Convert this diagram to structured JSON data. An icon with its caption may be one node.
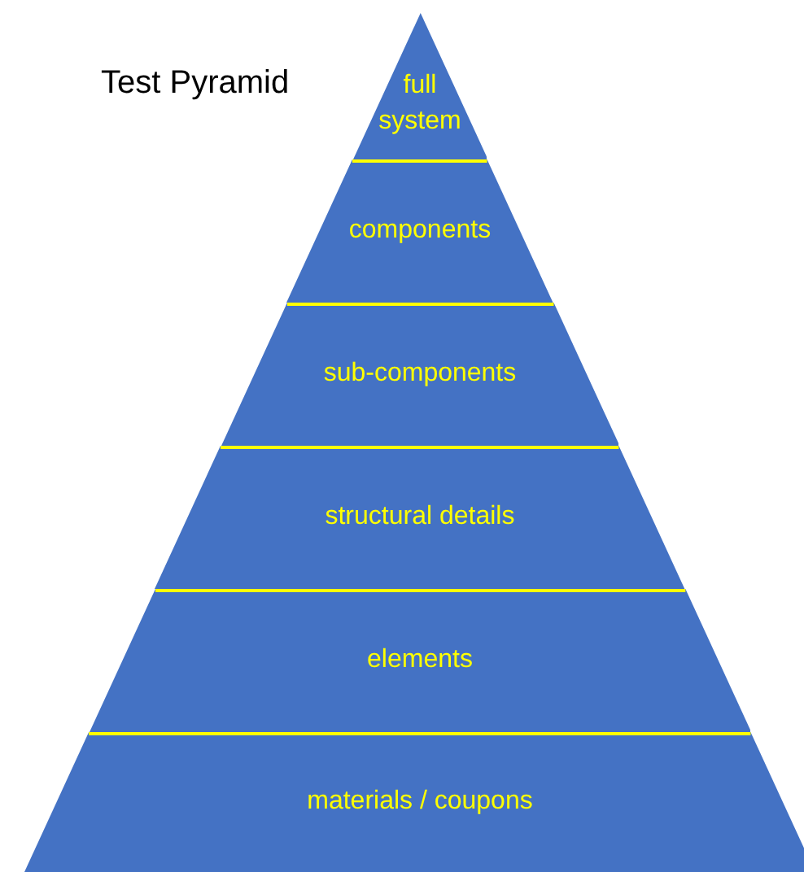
{
  "diagram": {
    "title": "Test Pyramid",
    "nodes": [
      {
        "text": [
          "full system"
        ]
      },
      {
        "text": [
          "components"
        ]
      },
      {
        "text": [
          "sub-components"
        ]
      },
      {
        "text": [
          "structural details"
        ]
      },
      {
        "text": [
          "elements"
        ]
      },
      {
        "text": [
          "materials / coupons"
        ]
      }
    ]
  }
}
